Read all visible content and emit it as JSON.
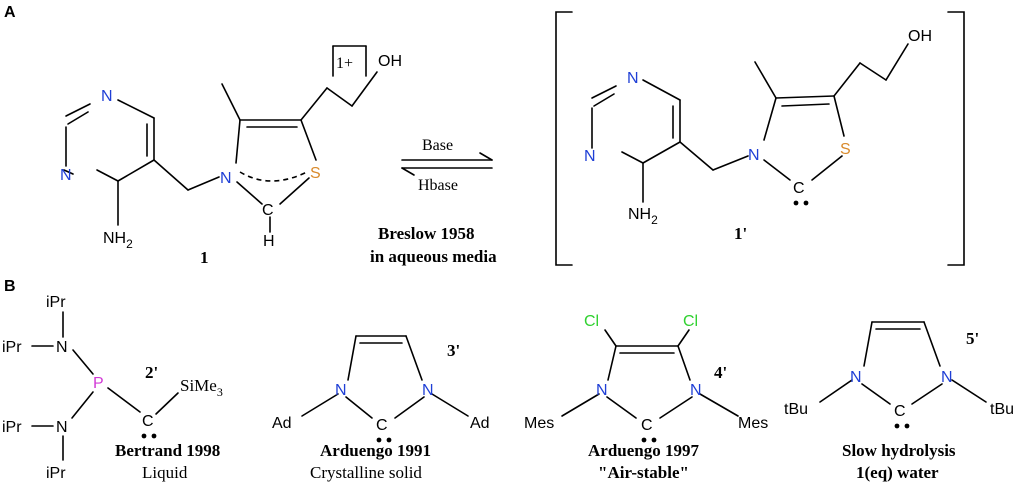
{
  "colors": {
    "nitrogen": "#1f3fd6",
    "sulfur": "#d98a2b",
    "phosphorus": "#d23ad6",
    "chlorine": "#2fd12f",
    "bond": "#000000"
  },
  "panel_a": {
    "label": "A",
    "compound_1": {
      "number": "1",
      "charge": "1+",
      "atoms": {
        "n_top": "N",
        "n_left": "N",
        "n_ring": "N",
        "s": "S",
        "c": "C",
        "h": "H",
        "oh": "OH",
        "nh2_n": "NH",
        "nh2_sub": "2"
      }
    },
    "equilibrium": {
      "forward": "Base",
      "reverse": "Hbase",
      "caption_line1": "Breslow 1958",
      "caption_line2": "in aqueous media"
    },
    "compound_1p": {
      "number": "1'",
      "atoms": {
        "n_top": "N",
        "n_left": "N",
        "n_ring": "N",
        "s": "S",
        "c": "C",
        "oh": "OH",
        "nh2_n": "NH",
        "nh2_sub": "2"
      }
    }
  },
  "panel_b": {
    "label": "B",
    "compound_2p": {
      "number": "2'",
      "substituents": {
        "ipr1": "iPr",
        "ipr2": "iPr",
        "ipr3": "iPr",
        "ipr4": "iPr",
        "p": "P",
        "n1": "N",
        "n2": "N",
        "c": "C",
        "simes": "SiMe",
        "simes_sub": "3"
      },
      "caption_title": "Bertrand 1998",
      "caption_subtitle": "Liquid"
    },
    "compound_3p": {
      "number": "3'",
      "substituents": {
        "ad_left": "Ad",
        "ad_right": "Ad",
        "n1": "N",
        "n2": "N",
        "c": "C"
      },
      "caption_title": "Arduengo 1991",
      "caption_subtitle": "Crystalline solid"
    },
    "compound_4p": {
      "number": "4'",
      "substituents": {
        "cl1": "Cl",
        "cl2": "Cl",
        "mes_left": "Mes",
        "mes_right": "Mes",
        "n1": "N",
        "n2": "N",
        "c": "C"
      },
      "caption_title": "Arduengo 1997",
      "caption_subtitle": "\"Air-stable\""
    },
    "compound_5p": {
      "number": "5'",
      "substituents": {
        "tbu_left": "tBu",
        "tbu_right": "tBu",
        "n1": "N",
        "n2": "N",
        "c": "C"
      },
      "caption_title": "Slow hydrolysis",
      "caption_subtitle": "1(eq) water"
    }
  }
}
